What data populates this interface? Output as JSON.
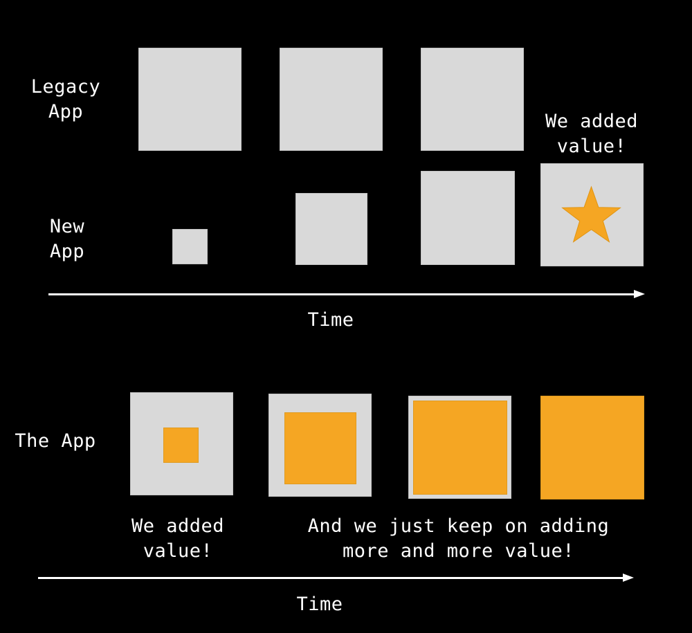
{
  "colors": {
    "background": "#000000",
    "box_gray": "#d9d9d9",
    "box_border": "#c4c4c4",
    "orange": "#f5a623",
    "text": "#ffffff"
  },
  "top_diagram": {
    "legacy_label_line1": "Legacy",
    "legacy_label_line2": "App",
    "new_label_line1": "New",
    "new_label_line2": "App",
    "callout_line1": "We added",
    "callout_line2": "value!",
    "star_icon": "star-icon",
    "time_label": "Time"
  },
  "bottom_diagram": {
    "app_label": "The App",
    "callout_left_line1": "We added",
    "callout_left_line2": "value!",
    "callout_right_line1": "And we just keep on adding",
    "callout_right_line2": "more and more value!",
    "time_label": "Time"
  }
}
